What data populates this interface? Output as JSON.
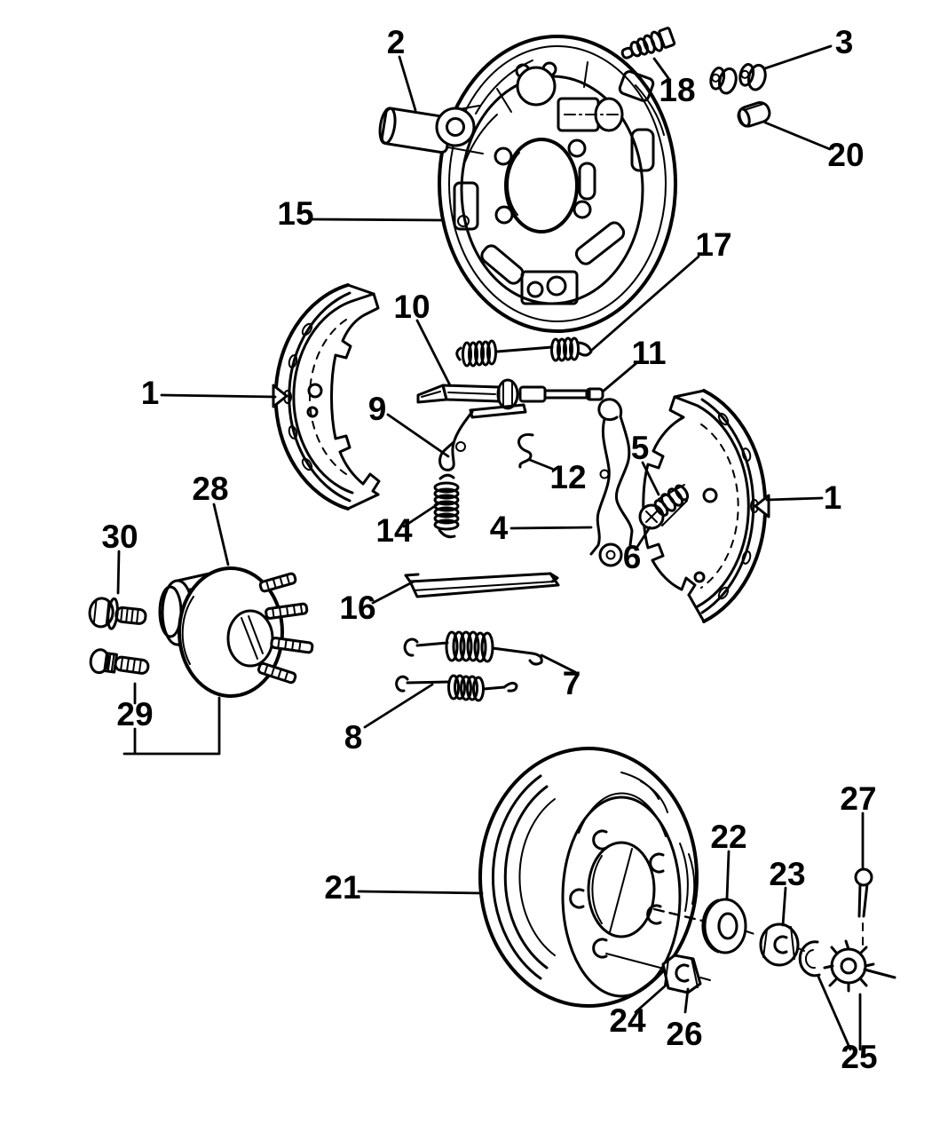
{
  "figure": {
    "description": "Exploded line-art parts diagram of a rear drum brake: backing plate, brake shoes, adjusters, springs, hub and drum hardware",
    "background": "#ffffff",
    "ink": "#000000"
  },
  "callouts": [
    {
      "num": "2"
    },
    {
      "num": "18"
    },
    {
      "num": "3"
    },
    {
      "num": "20"
    },
    {
      "num": "15"
    },
    {
      "num": "17"
    },
    {
      "num": "10"
    },
    {
      "num": "11"
    },
    {
      "num": "1"
    },
    {
      "num": "9"
    },
    {
      "num": "12"
    },
    {
      "num": "5"
    },
    {
      "num": "4"
    },
    {
      "num": "6"
    },
    {
      "num": "1"
    },
    {
      "num": "14"
    },
    {
      "num": "16"
    },
    {
      "num": "7"
    },
    {
      "num": "8"
    },
    {
      "num": "28"
    },
    {
      "num": "30"
    },
    {
      "num": "29"
    },
    {
      "num": "21"
    },
    {
      "num": "22"
    },
    {
      "num": "23"
    },
    {
      "num": "27"
    },
    {
      "num": "24"
    },
    {
      "num": "26"
    },
    {
      "num": "25"
    }
  ]
}
